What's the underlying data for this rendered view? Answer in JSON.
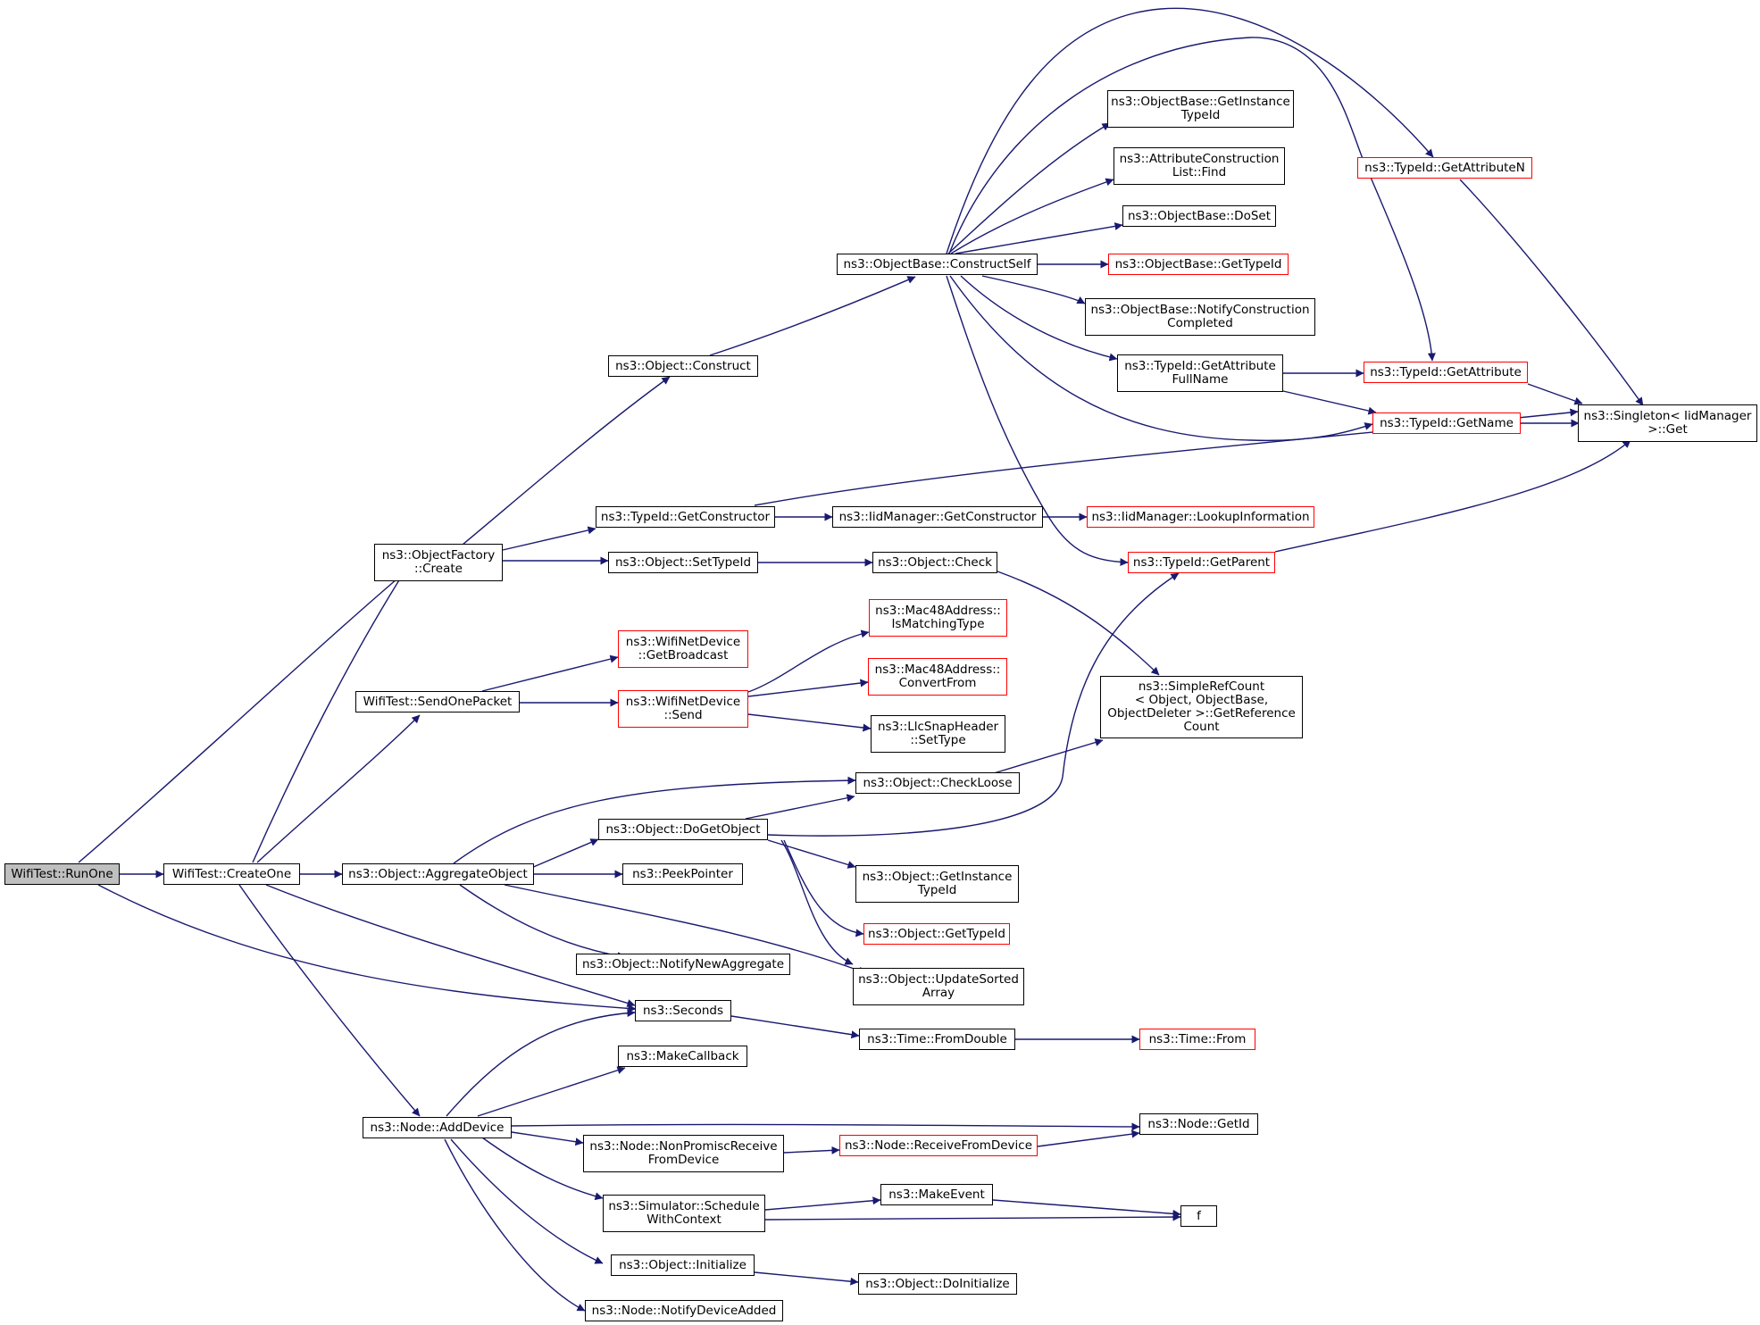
{
  "colors": {
    "edge": "#191970",
    "node_border": "#000000",
    "truncated_border": "#ff0000",
    "root_fill": "#bfbfbf",
    "background": "#ffffff"
  },
  "nodes": {
    "runone": {
      "label": "WifiTest::RunOne",
      "kind": "root"
    },
    "createone": {
      "label": "WifiTest::CreateOne"
    },
    "objfactory_create": {
      "label": "ns3::ObjectFactory\n::Create"
    },
    "obj_construct": {
      "label": "ns3::Object::Construct"
    },
    "constructself": {
      "label": "ns3::ObjectBase::ConstructSelf"
    },
    "getinstancetypeid_base": {
      "label": "ns3::ObjectBase::GetInstance\nTypeId"
    },
    "attrconslist_find": {
      "label": "ns3::AttributeConstruction\nList::Find"
    },
    "objbase_doset": {
      "label": "ns3::ObjectBase::DoSet"
    },
    "objbase_gettypeid": {
      "label": "ns3::ObjectBase::GetTypeId",
      "kind": "truncated"
    },
    "notifyconstruction": {
      "label": "ns3::ObjectBase::NotifyConstruction\nCompleted"
    },
    "getattributefullname": {
      "label": "ns3::TypeId::GetAttribute\nFullName"
    },
    "getattributen": {
      "label": "ns3::TypeId::GetAttributeN",
      "kind": "truncated"
    },
    "getattribute": {
      "label": "ns3::TypeId::GetAttribute",
      "kind": "truncated"
    },
    "getname": {
      "label": "ns3::TypeId::GetName",
      "kind": "truncated"
    },
    "singleton_get": {
      "label": "ns3::Singleton< IidManager\n>::Get"
    },
    "getconstructor": {
      "label": "ns3::TypeId::GetConstructor"
    },
    "iid_getconstructor": {
      "label": "ns3::IidManager::GetConstructor"
    },
    "lookupinformation": {
      "label": "ns3::IidManager::LookupInformation",
      "kind": "truncated"
    },
    "settypeid": {
      "label": "ns3::Object::SetTypeId"
    },
    "obj_check": {
      "label": "ns3::Object::Check"
    },
    "getparent": {
      "label": "ns3::TypeId::GetParent",
      "kind": "truncated"
    },
    "wnd_getbroadcast": {
      "label": "ns3::WifiNetDevice\n::GetBroadcast",
      "kind": "truncated"
    },
    "sendonepacket": {
      "label": "WifiTest::SendOnePacket"
    },
    "wnd_send": {
      "label": "ns3::WifiNetDevice\n::Send",
      "kind": "truncated"
    },
    "mac48_ismatching": {
      "label": "ns3::Mac48Address::\nIsMatchingType",
      "kind": "truncated"
    },
    "mac48_convertfrom": {
      "label": "ns3::Mac48Address::\nConvertFrom",
      "kind": "truncated"
    },
    "llc_settype": {
      "label": "ns3::LlcSnapHeader\n::SetType"
    },
    "getreferencecount": {
      "label": "ns3::SimpleRefCount\n< Object, ObjectBase,\n ObjectDeleter >::GetReference\nCount"
    },
    "checkloose": {
      "label": "ns3::Object::CheckLoose"
    },
    "dogetobject": {
      "label": "ns3::Object::DoGetObject"
    },
    "aggregateobject": {
      "label": "ns3::Object::AggregateObject"
    },
    "peekpointer": {
      "label": "ns3::PeekPointer"
    },
    "obj_getinstancetypeid": {
      "label": "ns3::Object::GetInstance\nTypeId"
    },
    "obj_gettypeid": {
      "label": "ns3::Object::GetTypeId",
      "kind": "truncated"
    },
    "notifynewaggregate": {
      "label": "ns3::Object::NotifyNewAggregate"
    },
    "updatesortedarray": {
      "label": "ns3::Object::UpdateSorted\nArray"
    },
    "seconds": {
      "label": "ns3::Seconds"
    },
    "fromdouble": {
      "label": "ns3::Time::FromDouble"
    },
    "time_from": {
      "label": "ns3::Time::From",
      "kind": "truncated"
    },
    "makecallback": {
      "label": "ns3::MakeCallback"
    },
    "adddevice": {
      "label": "ns3::Node::AddDevice"
    },
    "node_getid": {
      "label": "ns3::Node::GetId"
    },
    "nonpromisc": {
      "label": "ns3::Node::NonPromiscReceive\nFromDevice"
    },
    "receivefromdevice": {
      "label": "ns3::Node::ReceiveFromDevice",
      "kind": "truncated"
    },
    "schedulewithcontext": {
      "label": "ns3::Simulator::Schedule\nWithContext"
    },
    "makeevent": {
      "label": "ns3::MakeEvent"
    },
    "f": {
      "label": "f"
    },
    "obj_initialize": {
      "label": "ns3::Object::Initialize"
    },
    "doinitialize": {
      "label": "ns3::Object::DoInitialize"
    },
    "notifydeviceadded": {
      "label": "ns3::Node::NotifyDeviceAdded"
    }
  }
}
